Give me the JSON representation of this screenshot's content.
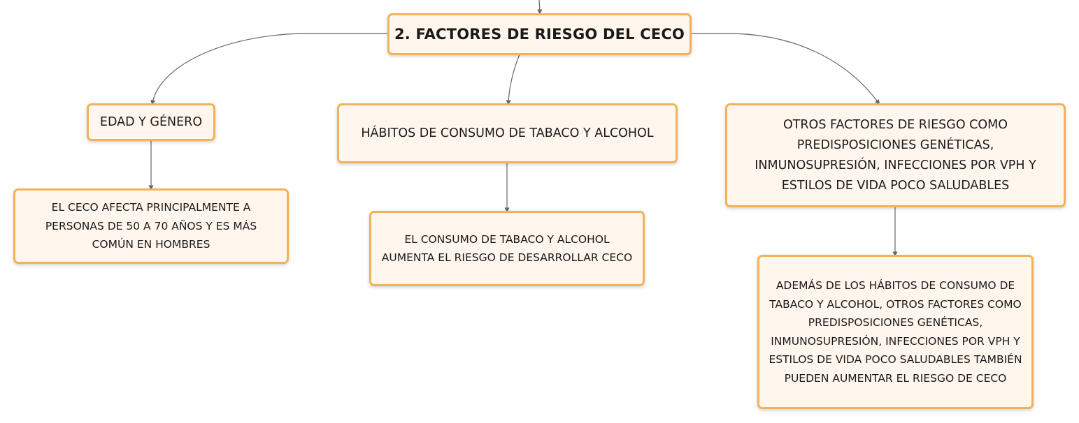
{
  "root": {
    "label": "2. FACTORES DE RIESGO DEL CECO"
  },
  "branches": [
    {
      "label": "EDAD Y GÉNERO",
      "detail": "EL CECO AFECTA PRINCIPALMENTE A PERSONAS DE 50 A 70 AÑOS Y ES MÁS COMÚN EN HOMBRES"
    },
    {
      "label": "HÁBITOS DE CONSUMO DE TABACO Y ALCOHOL",
      "detail": "EL CONSUMO DE TABACO Y ALCOHOL AUMENTA EL RIESGO DE DESARROLLAR CECO"
    },
    {
      "label": "OTROS FACTORES DE RIESGO COMO PREDISPOSICIONES GENÉTICAS, INMUNOSUPRESIÓN, INFECCIONES POR VPH Y ESTILOS DE VIDA POCO SALUDABLES",
      "detail": "ADEMÁS DE LOS HÁBITOS DE CONSUMO DE TABACO Y ALCOHOL, OTROS FACTORES COMO PREDISPOSICIONES GENÉTICAS, INMUNOSUPRESIÓN, INFECCIONES POR VPH Y ESTILOS DE VIDA POCO SALUDABLES TAMBIÉN PUEDEN AUMENTAR EL RIESGO DE CECO"
    }
  ],
  "colors": {
    "node_border": "#f2b25a",
    "node_fill": "#fff7ee",
    "connector": "#666666"
  }
}
